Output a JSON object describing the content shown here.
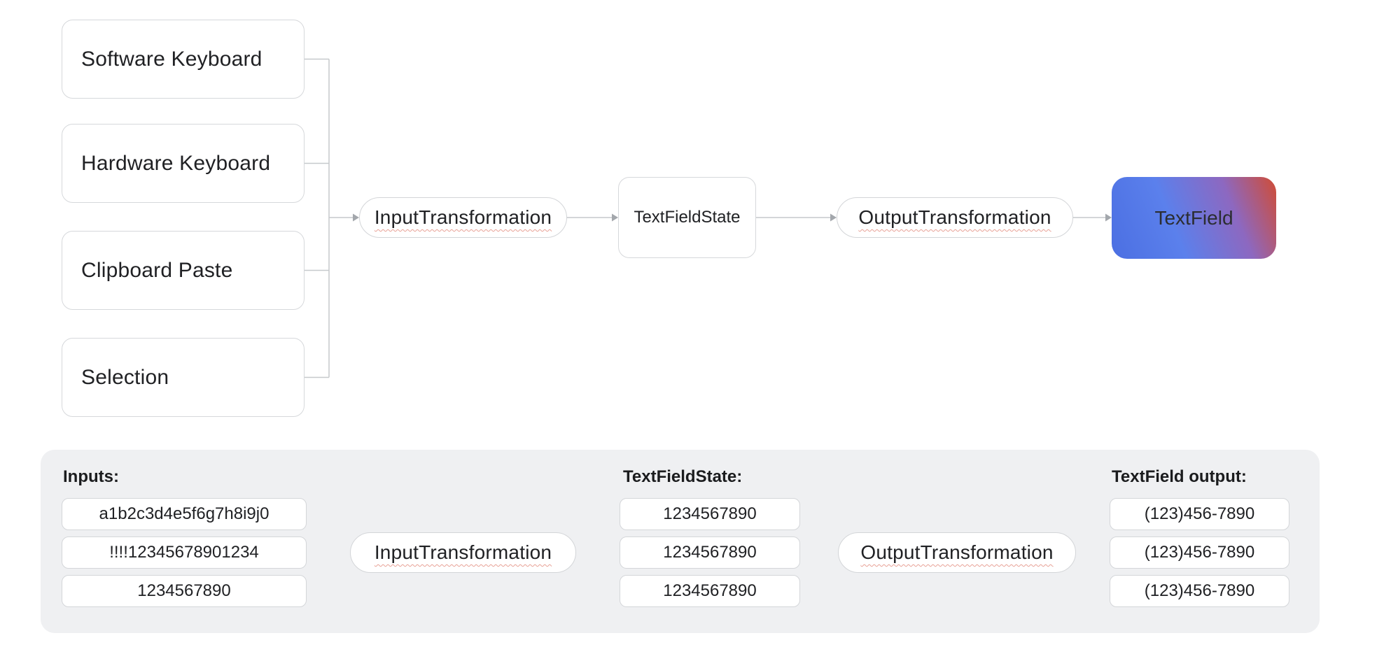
{
  "top_flow": {
    "sources": [
      "Software Keyboard",
      "Hardware Keyboard",
      "Clipboard Paste",
      "Selection"
    ],
    "input_transformation": "InputTransformation",
    "text_field_state": "TextFieldState",
    "output_transformation": "OutputTransformation",
    "text_field": "TextField"
  },
  "example_panel": {
    "inputs_label": "Inputs:",
    "inputs": [
      "a1b2c3d4e5f6g7h8i9j0",
      "!!!!12345678901234",
      "1234567890"
    ],
    "input_transformation": "InputTransformation",
    "state_label": "TextFieldState:",
    "state_values": [
      "1234567890",
      "1234567890",
      "1234567890"
    ],
    "output_transformation": "OutputTransformation",
    "output_label": "TextField output:",
    "output_values": [
      "(123)456-7890",
      "(123)456-7890",
      "(123)456-7890"
    ]
  },
  "colors": {
    "text": "#202124",
    "box_border": "#d6d8db",
    "connector": "#c6c9cc",
    "arrowhead": "#a3a7ac",
    "panel_background": "#eff0f2",
    "squiggle_underline": "#d65440",
    "textfield_gradient_start": "#4b6fe2",
    "textfield_gradient_mid": "#8d68c0",
    "textfield_gradient_end": "#c94f43"
  }
}
